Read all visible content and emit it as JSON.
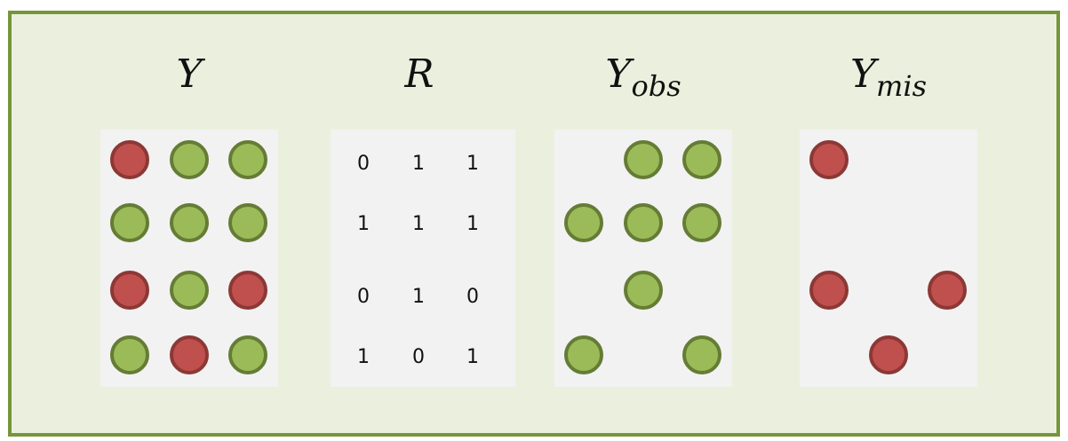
{
  "titles": {
    "y": {
      "base": "Y",
      "sub": ""
    },
    "r": {
      "base": "R",
      "sub": ""
    },
    "yobs": {
      "base": "Y",
      "sub": "obs"
    },
    "ymis": {
      "base": "Y",
      "sub": "mis"
    }
  },
  "colors": {
    "observed": "#9bbb59",
    "missing": "#c0504d",
    "background": "#ebf0de",
    "border": "#76953b"
  },
  "matrices": {
    "y": [
      [
        "red",
        "green",
        "green"
      ],
      [
        "green",
        "green",
        "green"
      ],
      [
        "red",
        "green",
        "red"
      ],
      [
        "green",
        "red",
        "green"
      ]
    ],
    "r": [
      [
        "0",
        "1",
        "1"
      ],
      [
        "1",
        "1",
        "1"
      ],
      [
        "0",
        "1",
        "0"
      ],
      [
        "1",
        "0",
        "1"
      ]
    ],
    "yobs": [
      [
        "",
        "green",
        "green"
      ],
      [
        "green",
        "green",
        "green"
      ],
      [
        "",
        "green",
        ""
      ],
      [
        "green",
        "",
        "green"
      ]
    ],
    "ymis": [
      [
        "red",
        "",
        ""
      ],
      [
        "",
        "",
        ""
      ],
      [
        "red",
        "",
        "red"
      ],
      [
        "",
        "red",
        ""
      ]
    ]
  }
}
